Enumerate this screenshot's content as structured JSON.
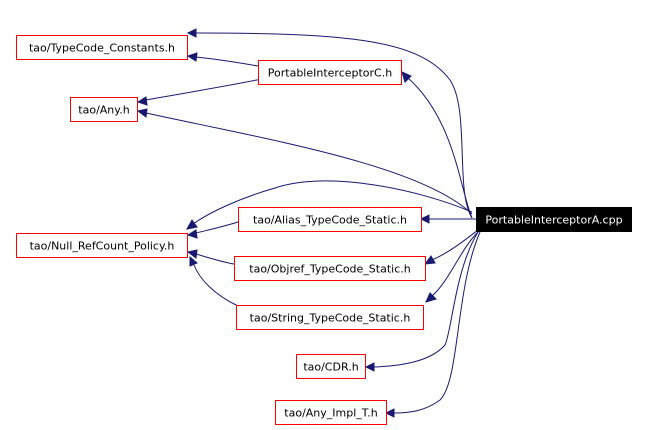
{
  "graph": {
    "root": {
      "label": "PortableInterceptorA.cpp"
    },
    "nodes": {
      "typecode_constants": "tao/TypeCode_Constants.h",
      "portableinterceptor_c": "PortableInterceptorC.h",
      "any": "tao/Any.h",
      "null_refcount_policy": "tao/Null_RefCount_Policy.h",
      "alias_typecode_static": "tao/Alias_TypeCode_Static.h",
      "objref_typecode_static": "tao/Objref_TypeCode_Static.h",
      "string_typecode_static": "tao/String_TypeCode_Static.h",
      "cdr": "tao/CDR.h",
      "any_impl_t": "tao/Any_Impl_T.h"
    },
    "colors": {
      "node_border": "#ff0000",
      "edge": "#191970",
      "root_fill": "#000000",
      "root_text": "#ffffff"
    }
  }
}
